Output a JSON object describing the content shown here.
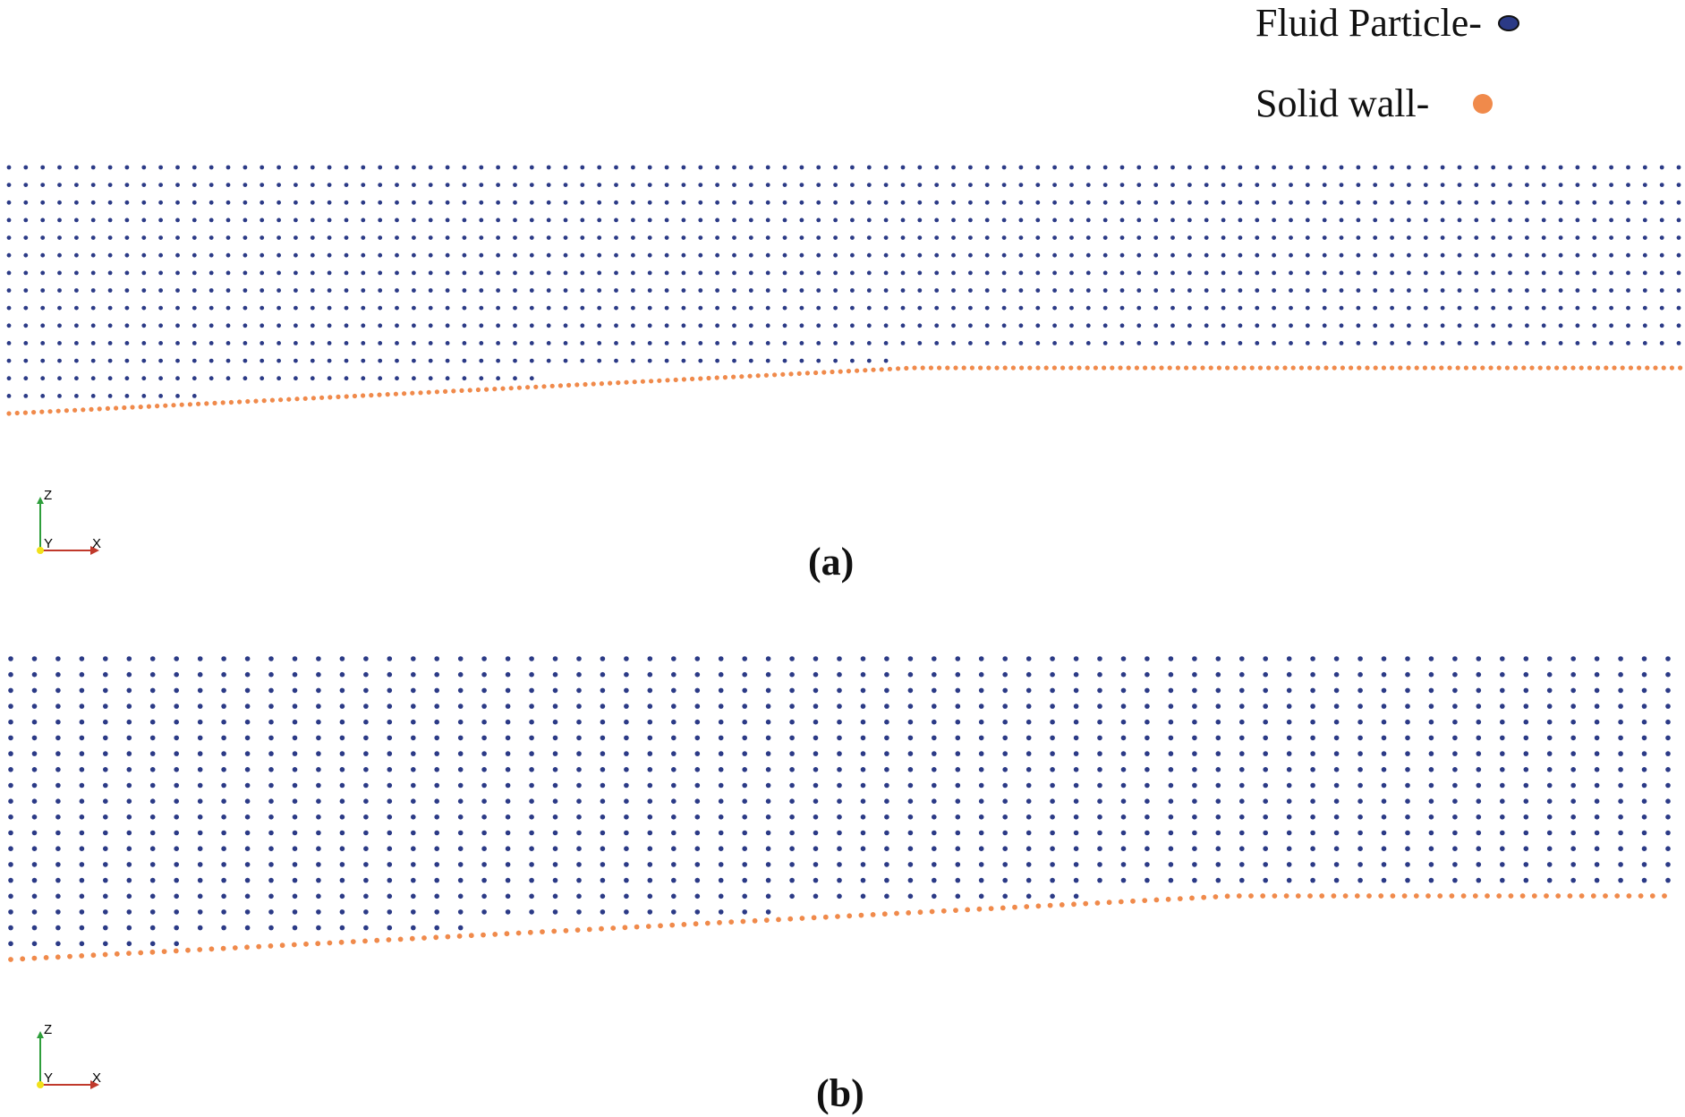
{
  "legend": {
    "fluid": {
      "label": "Fluid Particle-",
      "color": "#2b3a86"
    },
    "wall": {
      "label": "Solid wall-",
      "color": "#f08a4b"
    }
  },
  "panels": [
    {
      "label": "(a)",
      "fluid_columns": 100,
      "fluid_rows": 14,
      "wall_profile": "linear rise then flat"
    },
    {
      "label": "(b)",
      "fluid_columns": 71,
      "fluid_rows": 19,
      "wall_profile": "linear rise then flat"
    }
  ],
  "axes_triad": {
    "z": "Z",
    "y": "Y",
    "x": "X"
  },
  "colors": {
    "fluid": "#2b3a86",
    "wall": "#f08a4b",
    "axis_x": "#c0392b",
    "axis_z": "#2e9e3b",
    "axis_y": "#f2e11a"
  }
}
